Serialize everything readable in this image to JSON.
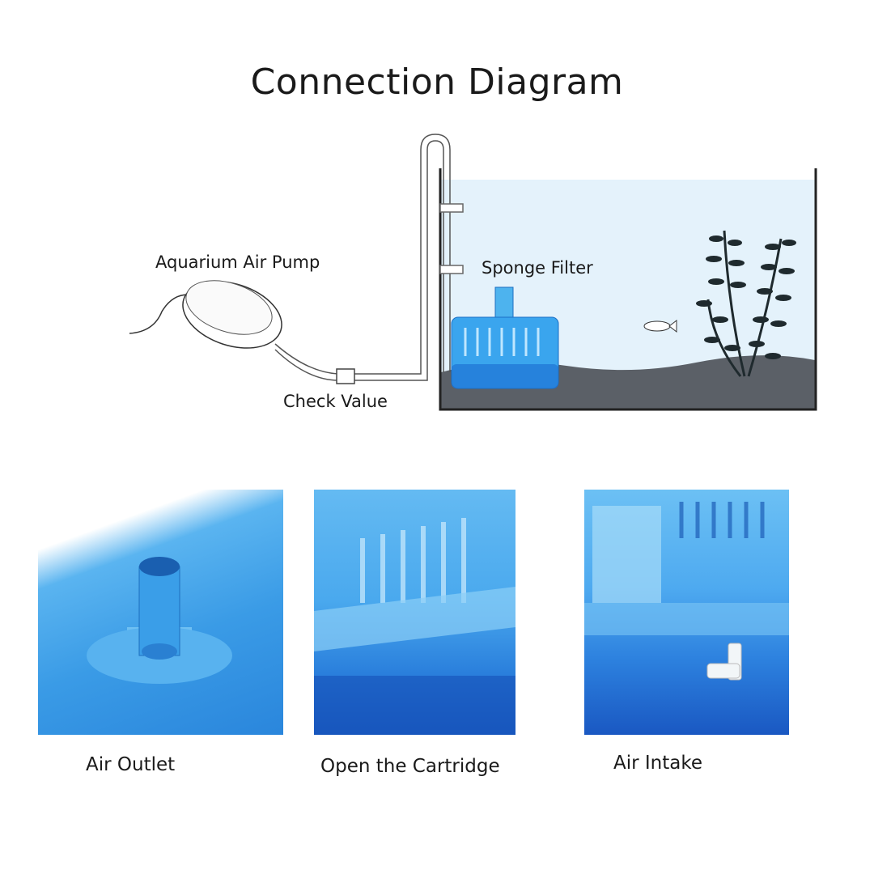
{
  "title": "Connection Diagram",
  "diagram": {
    "labels": {
      "air_pump": "Aquarium Air Pump",
      "sponge_filter": "Sponge Filter",
      "check_valve": "Check Value"
    }
  },
  "photos": [
    {
      "caption": "Air Outlet"
    },
    {
      "caption": "Open the Cartridge"
    },
    {
      "caption": "Air Intake"
    }
  ],
  "colors": {
    "water": "#e4f2fb",
    "gravel": "#5b6067",
    "filter_blue": "#2f8fe6"
  }
}
